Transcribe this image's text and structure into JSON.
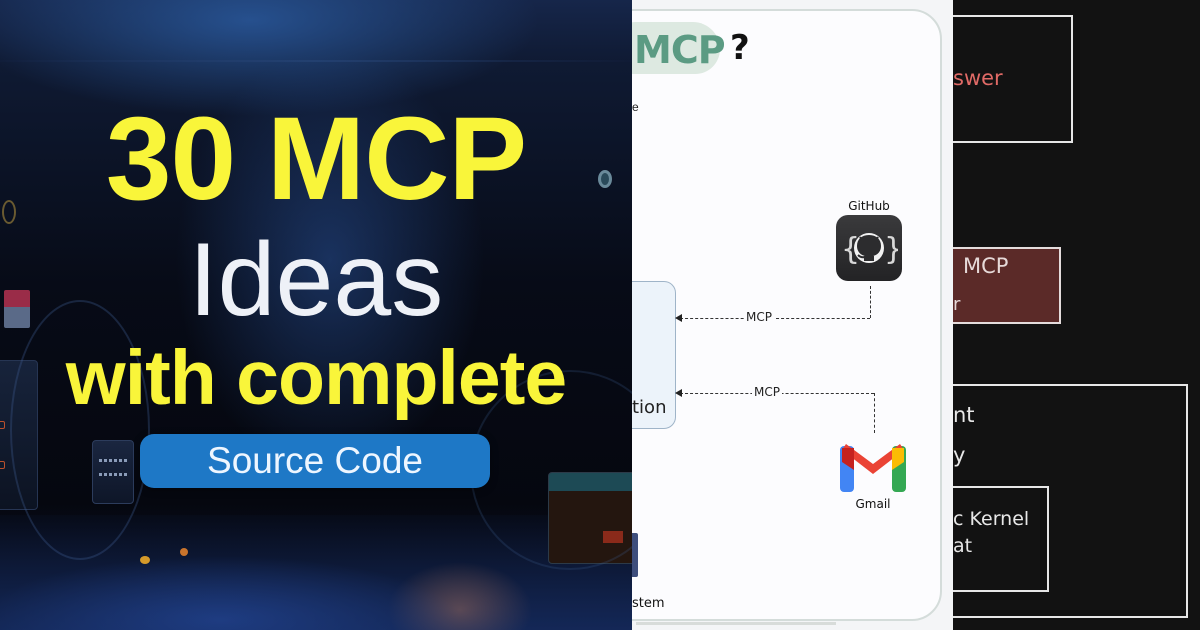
{
  "hero": {
    "line1": "30 MCP",
    "line2": "Ideas",
    "line3": "with complete",
    "pill_label": "Source Code",
    "colors": {
      "headline_yellow": "#f9f53a",
      "ideas_white": "#eef1f7",
      "pill_blue": "#1e78c6",
      "background_navy": "#070b17"
    }
  },
  "diagram": {
    "title": "MCP",
    "title_suffix": "?",
    "cut_text_top": "e",
    "host_label": "tion",
    "edges": [
      {
        "label": "MCP",
        "from": "GitHub"
      },
      {
        "label": "MCP",
        "from": "Gmail"
      }
    ],
    "nodes": {
      "github": {
        "label": "GitHub",
        "icon": "github-icon"
      },
      "gmail": {
        "label": "Gmail",
        "icon": "gmail-icon"
      },
      "filesystem": {
        "label": "stem",
        "icon": "folder-icon"
      }
    },
    "colors": {
      "title_green": "#5b9b83",
      "title_blob": "#dde9e1",
      "host_fill": "#ecf3fa"
    }
  },
  "dark_panel": {
    "answer_text": "swer",
    "mcp_text": "MCP",
    "mcp_sub": "r",
    "outer_line1": "nt",
    "outer_line2": "y",
    "inner_line1": "c Kernel",
    "inner_line2": "at",
    "colors": {
      "background": "#121212",
      "answer_red": "#e06a66",
      "mcp_box": "#5b2a28"
    }
  }
}
